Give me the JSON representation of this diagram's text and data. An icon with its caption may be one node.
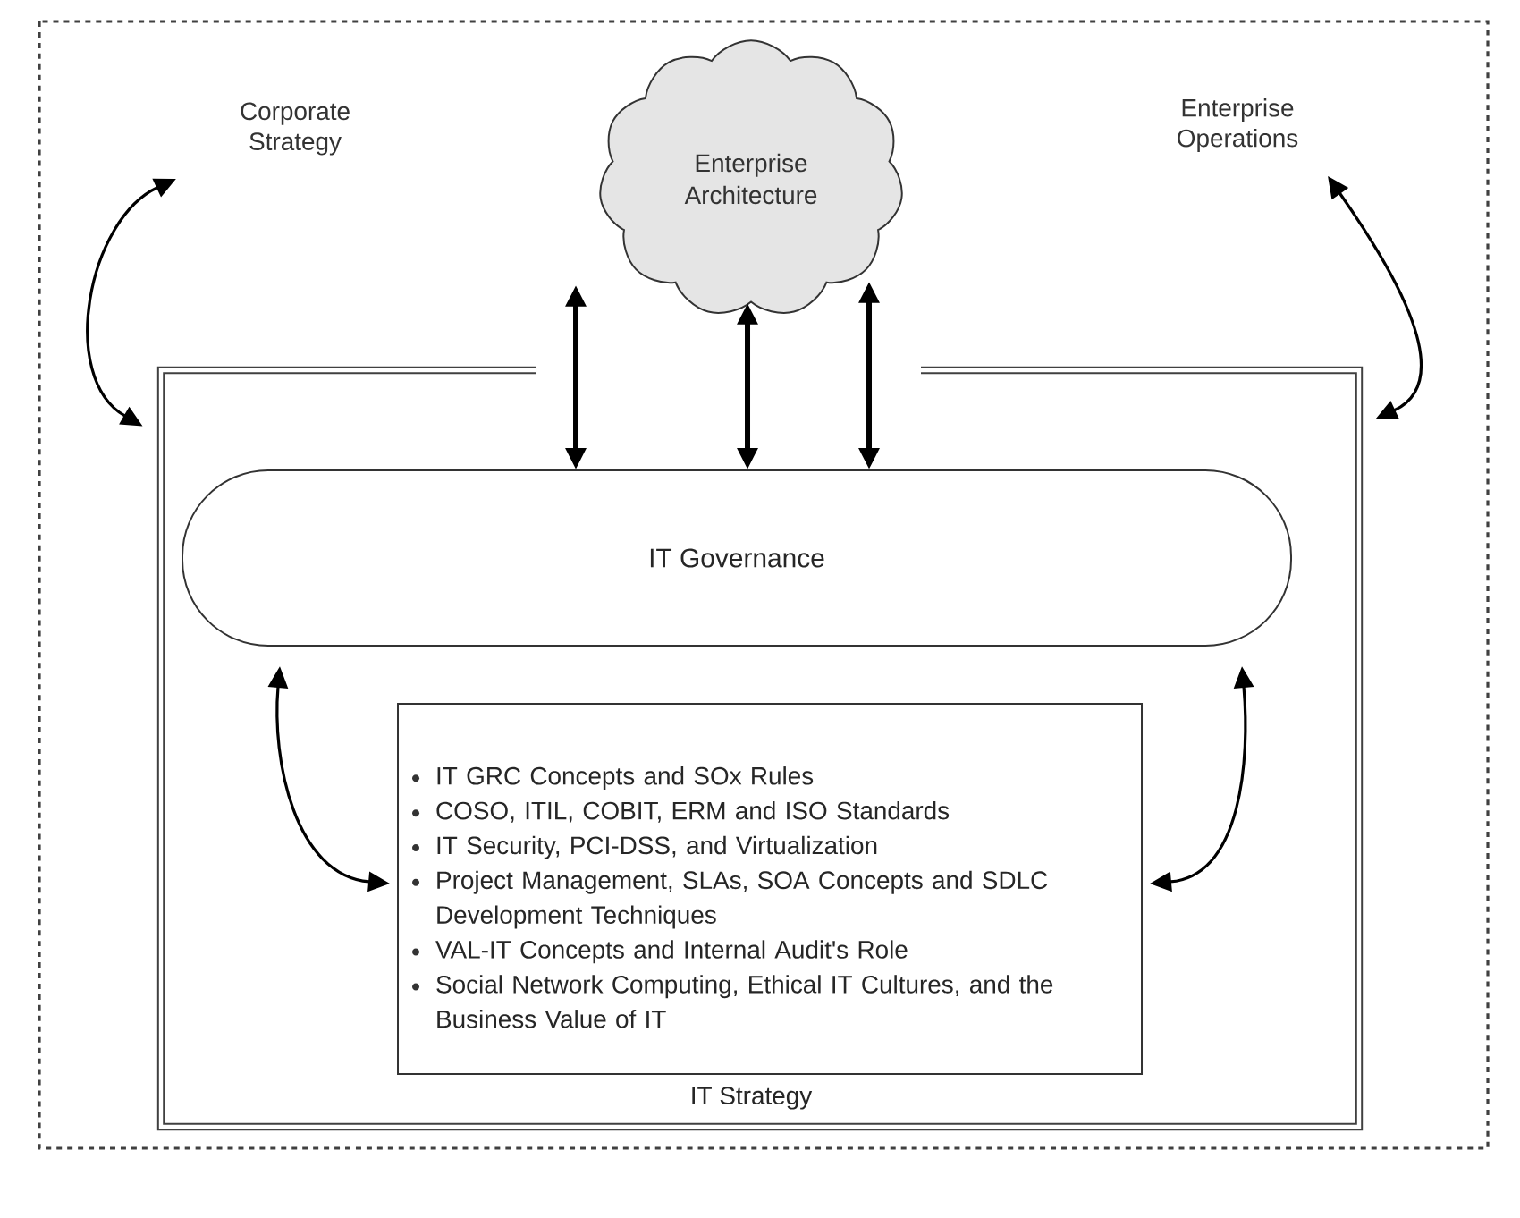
{
  "diagram": {
    "nodes": [
      {
        "text": [
          "Corporate Strategy"
        ]
      },
      {
        "text": [
          "Enterprise Architecture"
        ]
      },
      {
        "text": [
          "Enterprise Operations"
        ]
      },
      {
        "text": [
          "IT Strategy"
        ]
      },
      {
        "text": [
          "IT Governance"
        ],
        "in": 3
      },
      {
        "text": [
          "IT GRC Concepts and SOx Rules",
          "COSO, ITIL, COBIT, ERM and ISO Standards",
          "IT Security, PCI-DSS, and Virtualization",
          "Project Management, SLAs, SOA Concepts and SDLC Development Techniques",
          "VAL-IT Concepts and Internal Audit's Role",
          "Social Network Computing, Ethical IT Cultures, and the Business Value of IT"
        ],
        "in": 3
      }
    ],
    "edges": [
      {
        "from": 0,
        "to": 3,
        "arrow": "both"
      },
      {
        "from": 2,
        "to": 3,
        "arrow": "both"
      },
      {
        "from": 1,
        "to": 4,
        "arrow": "both"
      },
      {
        "from": 1,
        "to": 4,
        "arrow": "both"
      },
      {
        "from": 1,
        "to": 4,
        "arrow": "both"
      },
      {
        "from": 4,
        "to": 5,
        "arrow": "both"
      },
      {
        "from": 4,
        "to": 5,
        "arrow": "both"
      }
    ]
  }
}
